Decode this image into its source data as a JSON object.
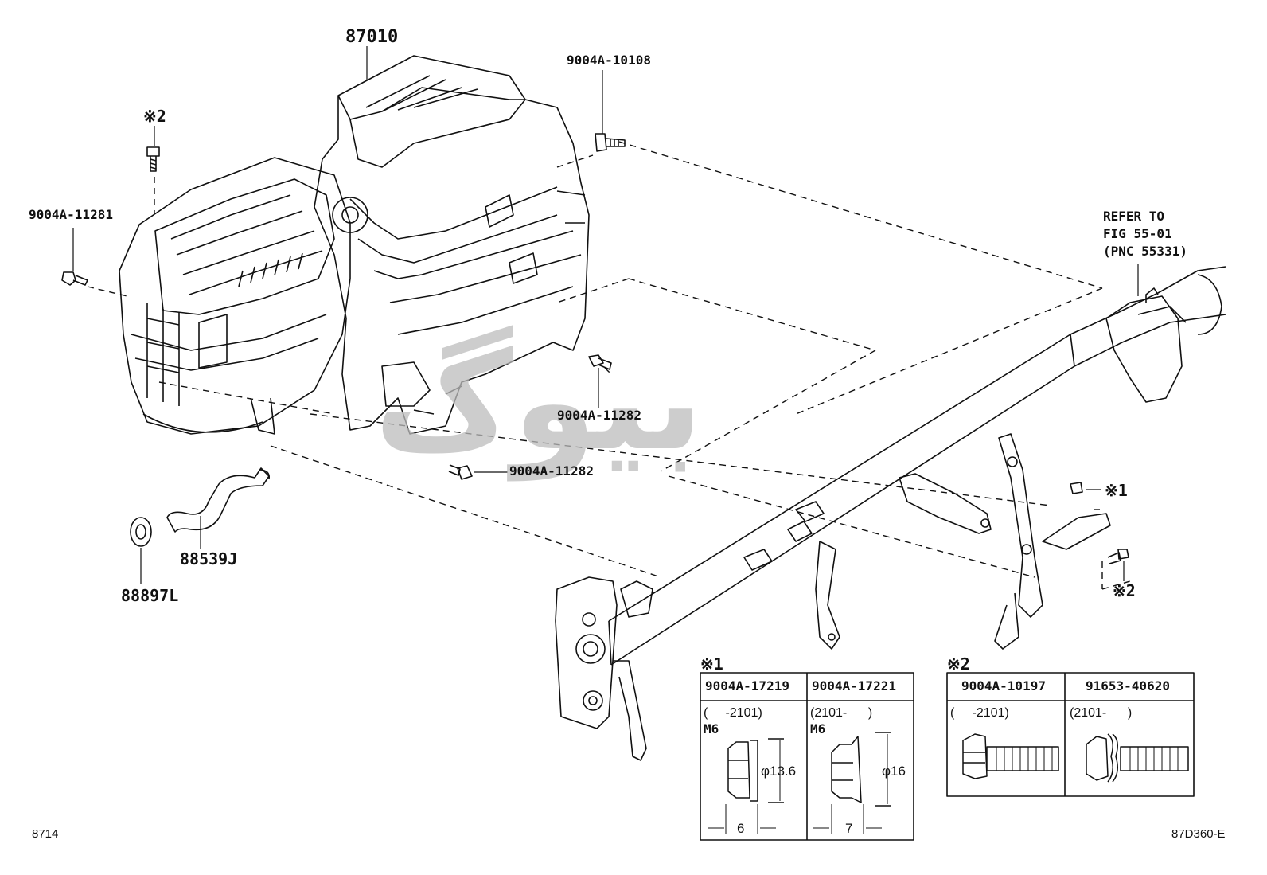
{
  "parts": {
    "heater_unit": "87010",
    "screw_top": "9004A-10108",
    "note2_top": "※2",
    "bolt_left": "9004A-11281",
    "bolt_mid": "9004A-11282",
    "bolt_low": "9004A-11282",
    "hose": "88539J",
    "grommet": "88897L",
    "note1_right": "※1",
    "note2_right": "※2"
  },
  "refer": {
    "line1": "REFER TO",
    "line2": "FIG 55-01",
    "line3": "(PNC 55331)"
  },
  "watermark": "بیوگ",
  "table1": {
    "mark": "※1",
    "col1": {
      "part": "9004A-17219",
      "range": "(     -2101)",
      "size": "M6",
      "dia": "φ13.6",
      "width": "6"
    },
    "col2": {
      "part": "9004A-17221",
      "range": "(2101-      )",
      "size": "M6",
      "dia": "φ16",
      "width": "7"
    }
  },
  "table2": {
    "mark": "※2",
    "col1": {
      "part": "9004A-10197",
      "range": "(     -2101)"
    },
    "col2": {
      "part": "91653-40620",
      "range": "(2101-      )"
    }
  },
  "footer": {
    "page_code": "8714",
    "figure_code": "87D360-E"
  }
}
